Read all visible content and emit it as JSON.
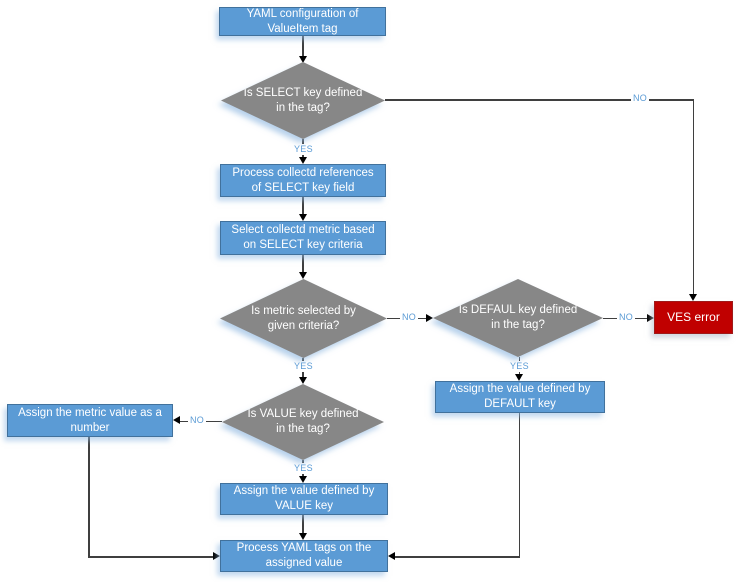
{
  "diagram": {
    "nodes": {
      "start": {
        "label": "YAML configuration of ValueItem tag"
      },
      "select_key_decision": {
        "label": "Is SELECT key defined in the tag?"
      },
      "process_references": {
        "label": "Process collectd references of SELECT key field"
      },
      "select_metric": {
        "label": "Select collectd metric based on SELECT key criteria"
      },
      "metric_selected_decision": {
        "label": "Is metric selected by given criteria?"
      },
      "default_key_decision": {
        "label": "Is DEFAUL key defined in the tag?"
      },
      "ves_error": {
        "label": "VES error"
      },
      "assign_default": {
        "label": "Assign the value defined by DEFAULT key"
      },
      "value_key_decision": {
        "label": "Is VALUE key defined in the tag?"
      },
      "assign_metric_number": {
        "label": "Assign the metric value as a number"
      },
      "assign_value": {
        "label": "Assign the value defined by VALUE key"
      },
      "process_yaml_tags": {
        "label": "Process YAML tags on the assigned value"
      }
    },
    "edge_labels": {
      "yes": "YES",
      "no": "NO"
    },
    "colors": {
      "process_fill": "#5B9BD5",
      "process_border": "#41719C",
      "decision_fill": "#878787",
      "error_fill": "#C00000",
      "edge_label_text": "#5B9BD5",
      "line": "#3F3F3F",
      "node_text": "#FFFFFF"
    }
  }
}
